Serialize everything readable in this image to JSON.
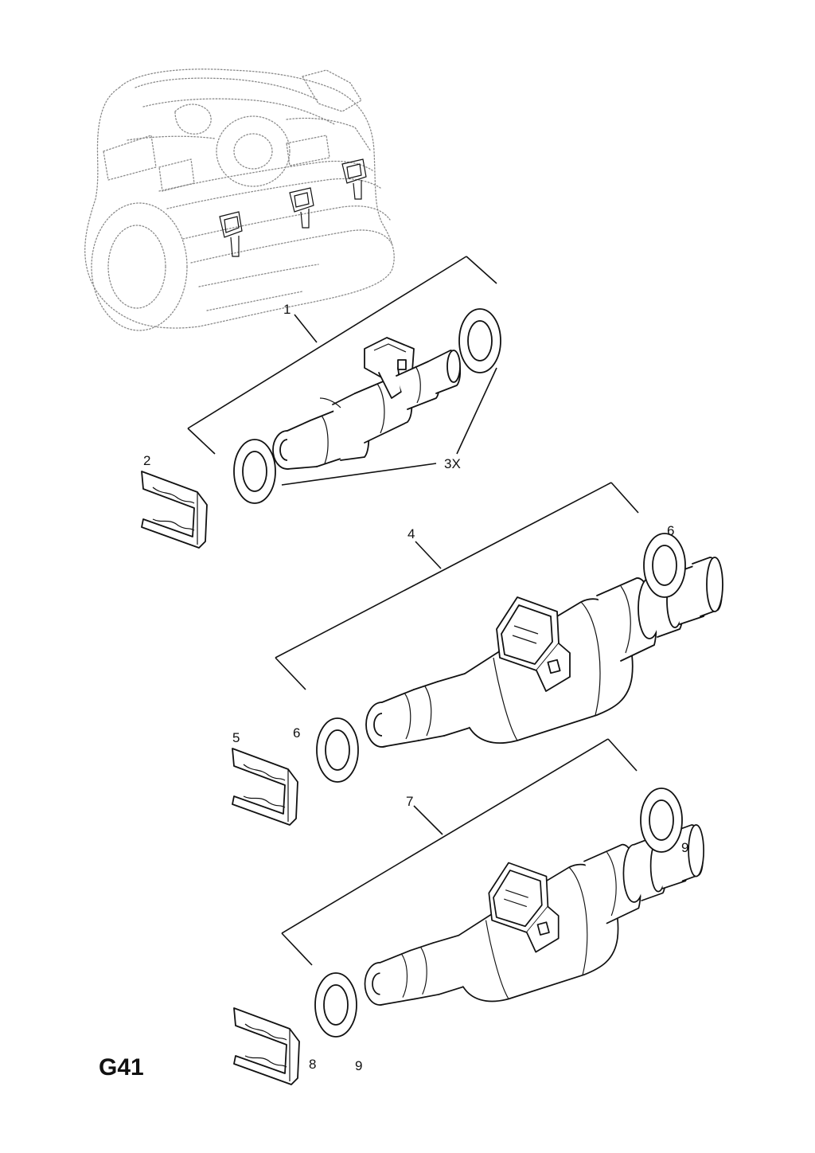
{
  "page_code": "G41",
  "callouts": {
    "c1": "1",
    "c2": "2",
    "c3x": "3X",
    "c4": "4",
    "c5": "5",
    "c6a": "6",
    "c6b": "6",
    "c7": "7",
    "c8": "8",
    "c9a": "9",
    "c9b": "9"
  }
}
